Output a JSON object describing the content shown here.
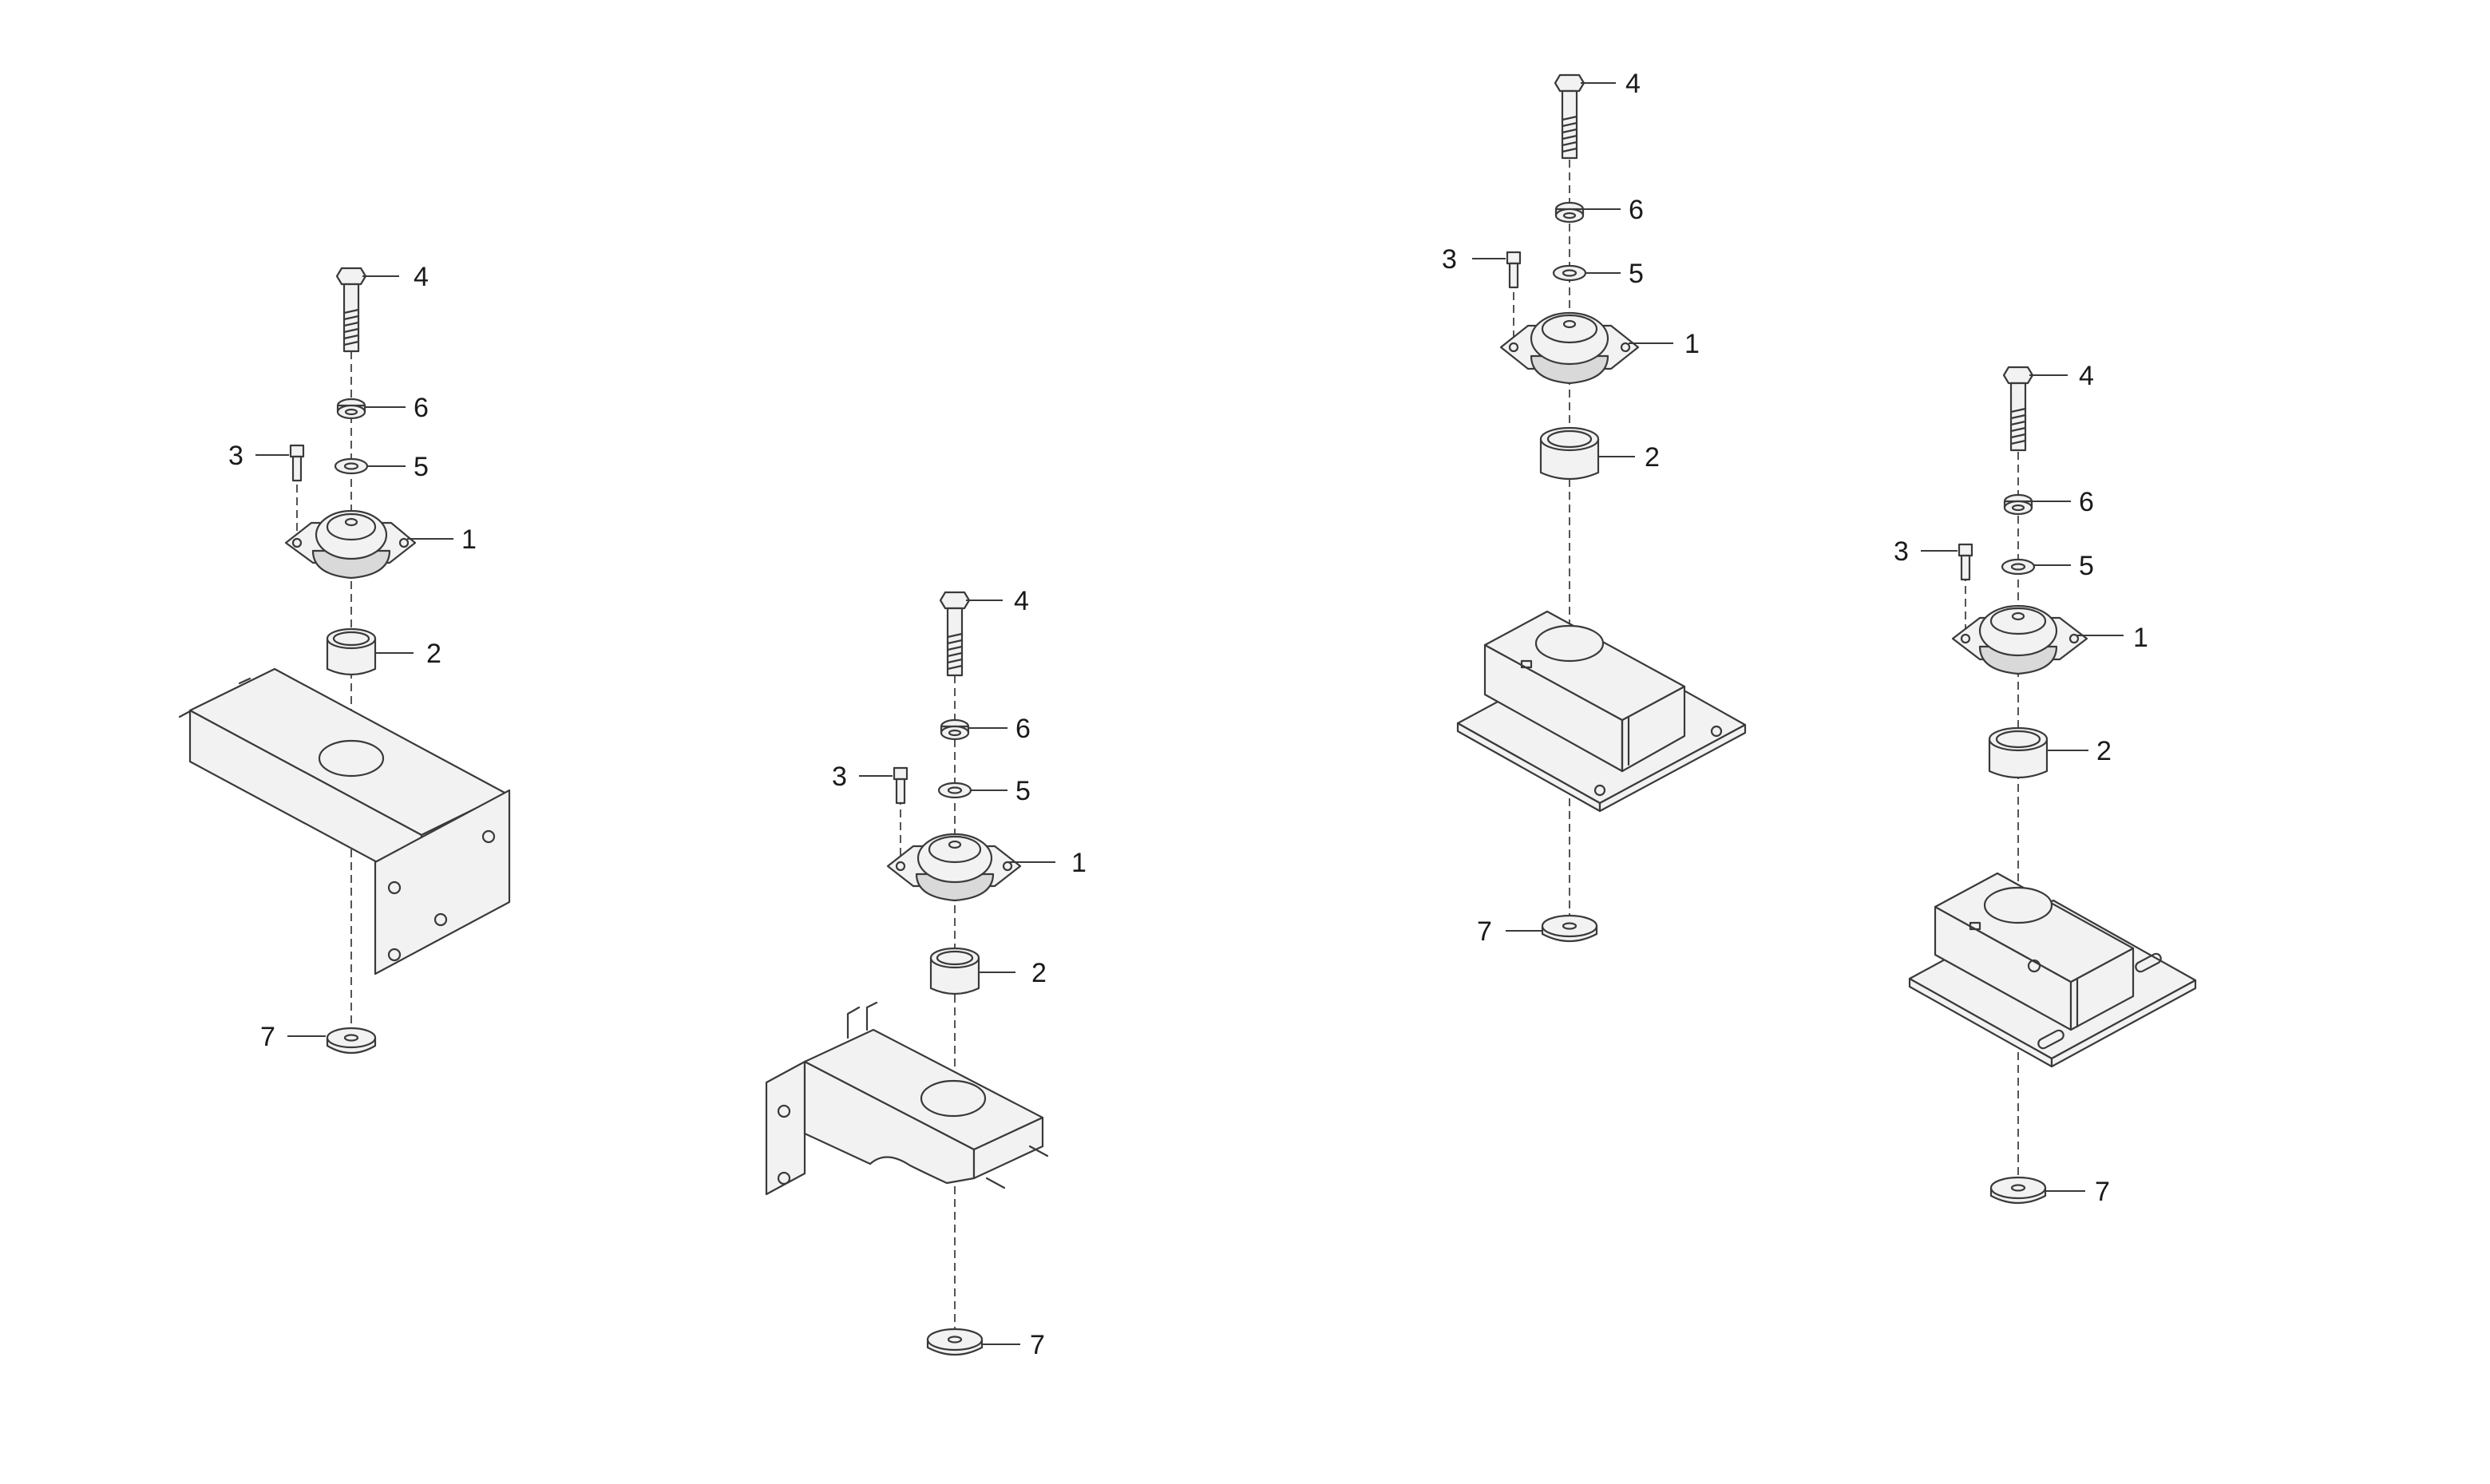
{
  "assemblies": [
    {
      "name": "mount-assembly-a",
      "callouts": {
        "p1": "1",
        "p2": "2",
        "p3": "3",
        "p4": "4",
        "p5": "5",
        "p6": "6",
        "p7": "7"
      }
    },
    {
      "name": "mount-assembly-b",
      "callouts": {
        "p1": "1",
        "p2": "2",
        "p3": "3",
        "p4": "4",
        "p5": "5",
        "p6": "6",
        "p7": "7"
      }
    },
    {
      "name": "mount-assembly-c",
      "callouts": {
        "p1": "1",
        "p2": "2",
        "p3": "3",
        "p4": "4",
        "p5": "5",
        "p6": "6",
        "p7": "7"
      }
    },
    {
      "name": "mount-assembly-d",
      "callouts": {
        "p1": "1",
        "p2": "2",
        "p3": "3",
        "p4": "4",
        "p5": "5",
        "p6": "6",
        "p7": "7"
      }
    }
  ]
}
